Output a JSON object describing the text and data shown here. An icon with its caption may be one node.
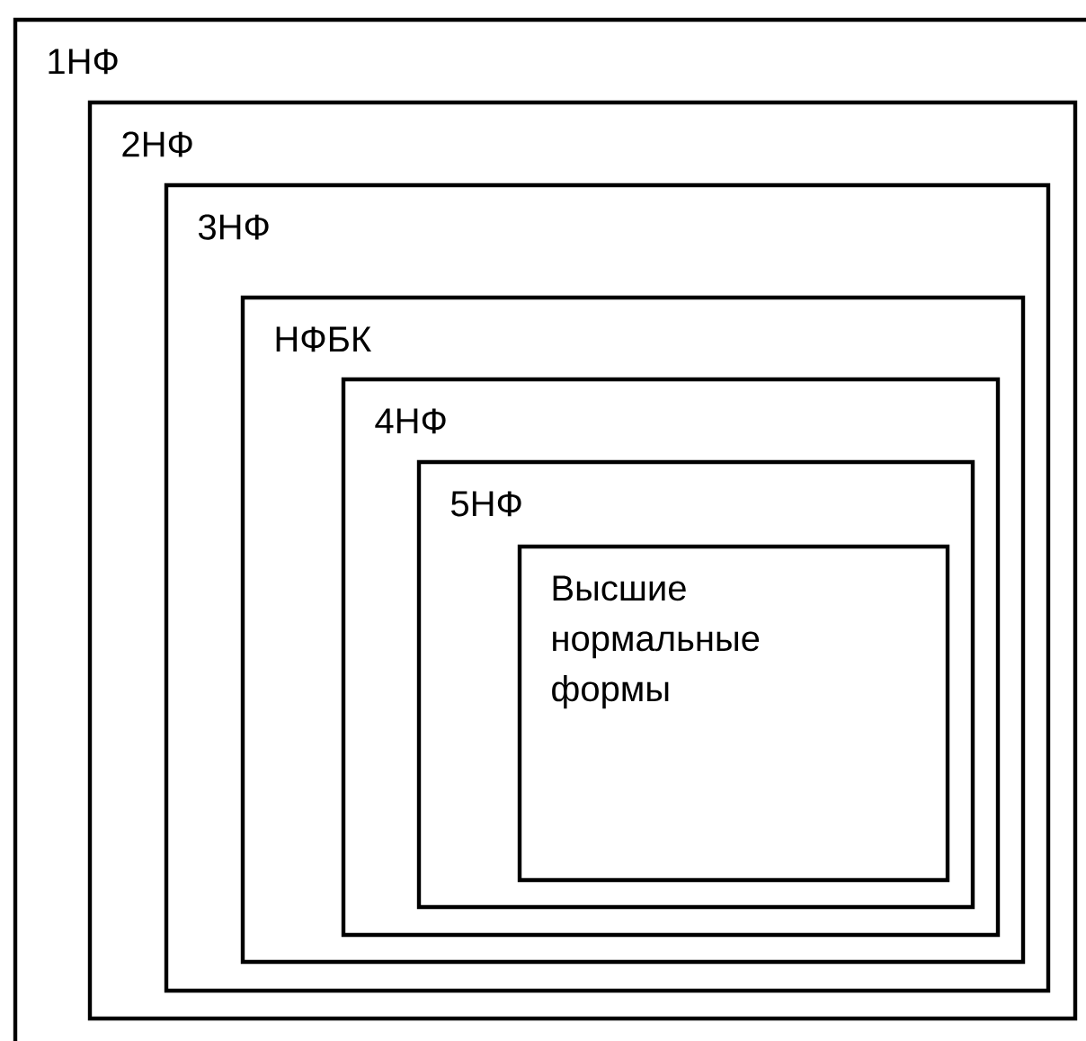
{
  "diagram": {
    "nodes": [
      {
        "text": [
          "1НФ"
        ]
      },
      {
        "text": [
          "2НФ"
        ],
        "in": 0
      },
      {
        "text": [
          "3НФ"
        ],
        "in": 1
      },
      {
        "text": [
          "НФБК"
        ],
        "in": 2
      },
      {
        "text": [
          "4НФ"
        ],
        "in": 3
      },
      {
        "text": [
          "5НФ"
        ],
        "in": 4
      },
      {
        "text": [
          "Высшие нормальные формы"
        ],
        "in": 5
      }
    ]
  }
}
